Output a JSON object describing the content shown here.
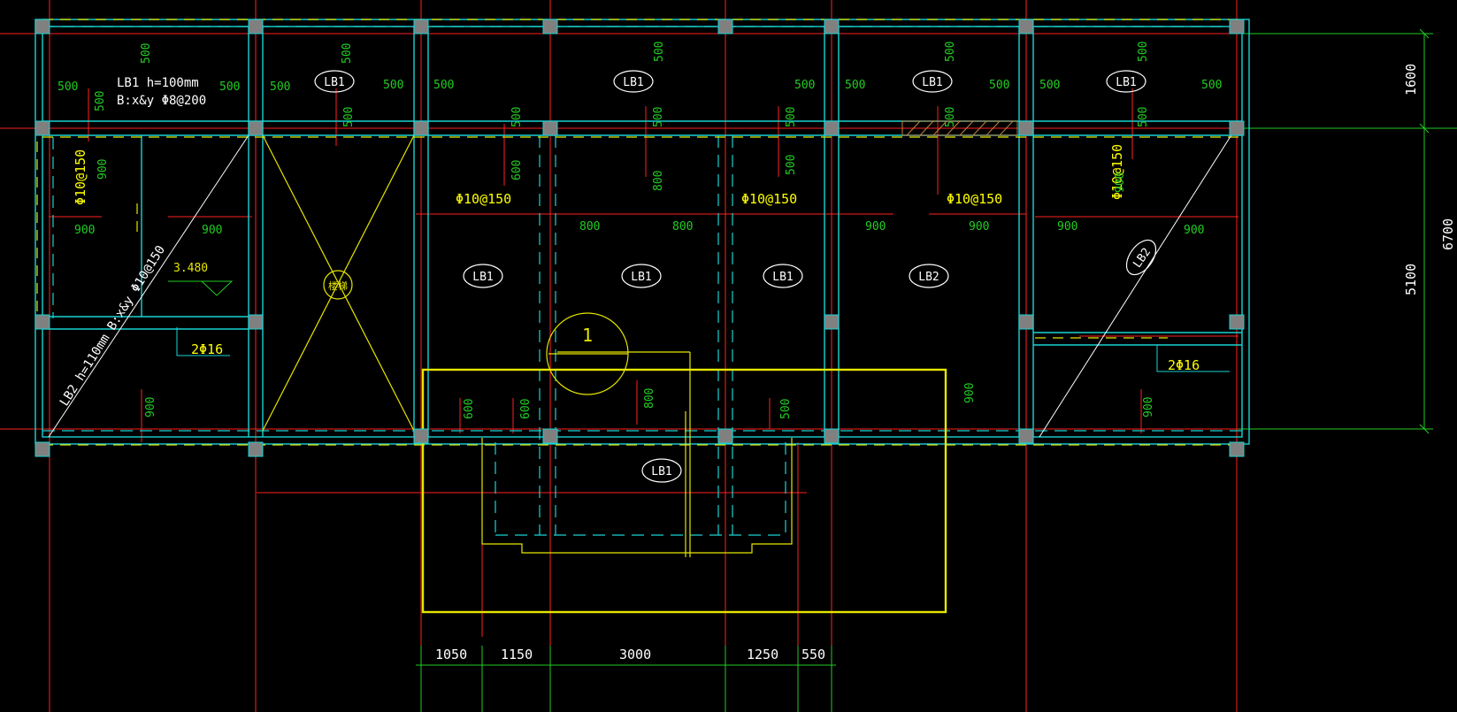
{
  "drawing": {
    "colors": {
      "background": "#000000",
      "axis_line": "#ff2020",
      "wall": "#19d3d3",
      "beam_dashed": "#19d3d3",
      "slab_edge": "#e6e600",
      "dimension_green": "#22cc22",
      "text_white": "#ffffff",
      "rebar_yellow": "#ffff00",
      "column_fill": "#808080"
    },
    "note": {
      "line1": "LB1 h=100mm",
      "line2": "B:x&y  Φ8@200"
    },
    "slab_tags": {
      "lb1_a": "LB1",
      "lb1_b": "LB1",
      "lb1_c": "LB1",
      "lb1_d": "LB1",
      "lb1_e": "LB1",
      "lb1_f": "LB1",
      "lb1_g": "LB1",
      "lb2_a": "LB2",
      "lb1_h": "LB1",
      "lb2_b": "LB2"
    },
    "stair_label": "楼梯",
    "lb2_note": "LB2 h=110mm B:x&y Φ10@150",
    "elevation": "3.480",
    "rebar_labels": {
      "r1": "Φ10@150",
      "r2": "Φ10@150",
      "r3": "Φ10@150",
      "r4": "Φ10@150",
      "r5": "Φ10@150",
      "bar1": "2Φ16",
      "bar2": "2Φ16"
    },
    "detail_marker": "1",
    "top_dims": {
      "d500_1": "500",
      "d500_2": "500",
      "d500_3": "500",
      "d500_4": "500",
      "d500_5": "500",
      "d500_6": "500",
      "d500_7": "500",
      "d500_8": "500",
      "d500_9": "500",
      "d500_10": "500",
      "v500_1": "500",
      "v500_2": "500",
      "v500_3": "500",
      "v500_4": "500",
      "v500_5": "500",
      "v500_6": "500",
      "v500_7": "500",
      "v500_8": "500",
      "v500_9": "500",
      "v500_10": "500",
      "v500_11": "500",
      "v500_12": "500"
    },
    "inner_dims": {
      "v900_1": "900",
      "h900_1": "900",
      "h900_2": "900",
      "v600_1": "600",
      "h800_1": "800",
      "v800_1": "800",
      "h800_2": "800",
      "v500_m": "500",
      "h900_3": "900",
      "h900_4": "900",
      "h900_5": "900",
      "v900_2": "900",
      "h900_6": "900",
      "v900_3": "900",
      "v600_2": "600",
      "v600_3": "600",
      "v800_2": "800",
      "v500_b": "500",
      "v900_4": "900",
      "v900_5": "900"
    },
    "bottom_dims": [
      "1050",
      "1150",
      "3000",
      "1250",
      "550"
    ],
    "right_dims": {
      "d1": "1600",
      "d2": "5100",
      "d3": "6700"
    }
  }
}
